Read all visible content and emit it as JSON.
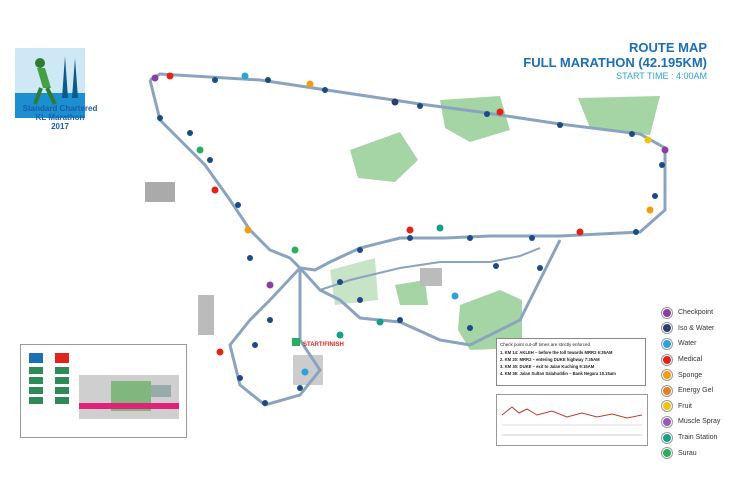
{
  "logo": {
    "line1": "Standard Chartered",
    "line2": "KL Marathon",
    "line3": "2017"
  },
  "header": {
    "title1": "ROUTE MAP",
    "title2": "FULL MARATHON (42.195KM)",
    "start_time": "START TIME : 4:00AM"
  },
  "start_label": "START/FINISH",
  "legend": [
    {
      "label": "Checkpoint",
      "color": "#8a3fa0"
    },
    {
      "label": "Iso & Water",
      "color": "#2c3e6b"
    },
    {
      "label": "Water",
      "color": "#2aa3d8"
    },
    {
      "label": "Medical",
      "color": "#e2231a"
    },
    {
      "label": "Sponge",
      "color": "#f39c12"
    },
    {
      "label": "Energy Gel",
      "color": "#e67e22"
    },
    {
      "label": "Fruit",
      "color": "#f1c40f"
    },
    {
      "label": "Muscle Spray",
      "color": "#9b59b6"
    },
    {
      "label": "Train Station",
      "color": "#16a085"
    },
    {
      "label": "Surau",
      "color": "#27ae60"
    }
  ],
  "cutoff": {
    "header": "Check point cut-off times are strictly enforced.",
    "lines": [
      "1. KM 14: AKLEH – before the toll towards MRR2 6:35AM",
      "2. KM 20: MRR2 – entering DUKE highway 7:35AM",
      "3. KM 30: DUKE – exit to Jalan Kuching 9:15AM",
      "4. KM 36: Jalan Sultan Salahuddin – Bank Negara 10.15am"
    ]
  },
  "colors": {
    "route": "#8aa3bf",
    "park": "#8fc98f",
    "accent": "#1a6fb5"
  }
}
